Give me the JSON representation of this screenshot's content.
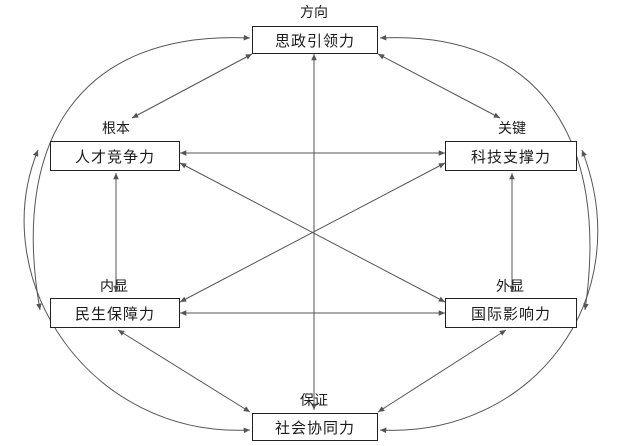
{
  "nodes": {
    "top": {
      "category": "方向",
      "title": "思政引领力"
    },
    "left_upper": {
      "category": "根本",
      "title": "人才竞争力"
    },
    "right_upper": {
      "category": "关键",
      "title": "科技支撑力"
    },
    "left_lower": {
      "category": "内显",
      "title": "民生保障力"
    },
    "right_lower": {
      "category": "外显",
      "title": "国际影响力"
    },
    "bottom": {
      "category": "保证",
      "title": "社会协同力"
    }
  },
  "style": {
    "line_color": "#555555",
    "box_border": "#222222"
  }
}
